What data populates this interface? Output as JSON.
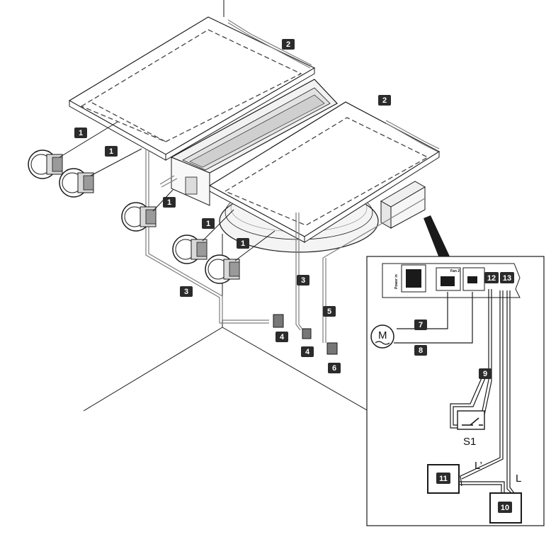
{
  "callouts": {
    "c1": "1",
    "c2": "2",
    "c3": "3",
    "c4": "4",
    "c5": "5",
    "c6": "6",
    "c7": "7",
    "c8": "8",
    "c9": "9",
    "c10": "10",
    "c11": "11",
    "c12": "12",
    "c13": "13"
  },
  "labels": {
    "switch": "S1",
    "motor": "M",
    "live_switched": "L’",
    "live": "L",
    "power_in": "Power in",
    "fan": "Fan 2"
  },
  "colors": {
    "line": "#1a1a1a",
    "wire": "#7d7d7d",
    "badge": "#2b2b2b",
    "surface": "#ffffff"
  }
}
